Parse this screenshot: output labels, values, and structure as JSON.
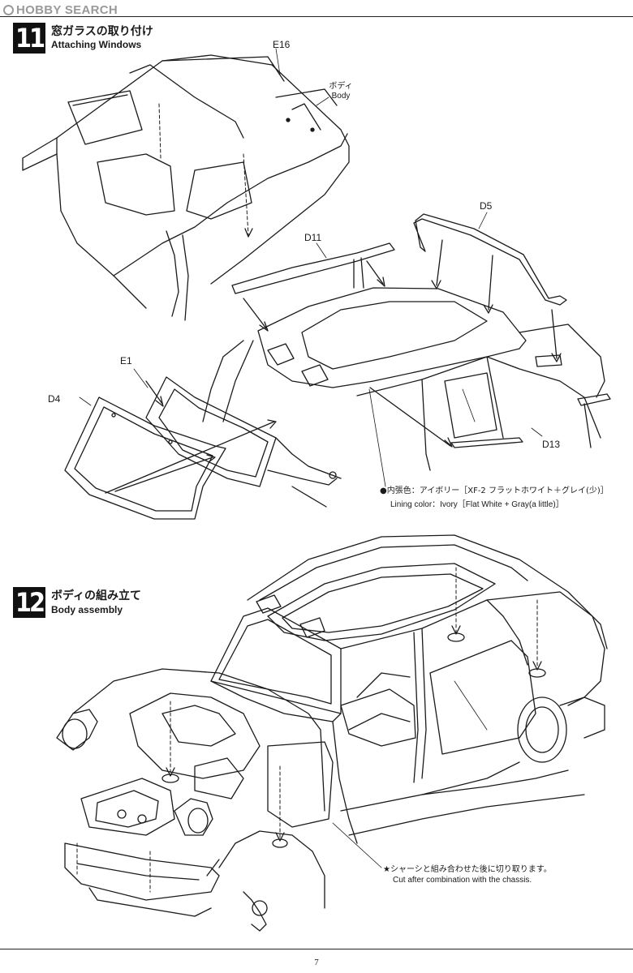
{
  "watermark": {
    "text": "HOBBY SEARCH"
  },
  "step11": {
    "number": "11",
    "title_jp": "窓ガラスの取り付け",
    "title_en": "Attaching Windows",
    "parts": {
      "e16": "E16",
      "body_jp": "ボディ",
      "body_en": "Body",
      "d11": "D11",
      "d5": "D5",
      "e1": "E1",
      "d4": "D4",
      "d13": "D13"
    },
    "lining_note_jp": "●内張色：アイボリー［XF-2 フラットホワイト＋グレイ(少)］",
    "lining_note_en": "Lining color：Ivory［Flat White + Gray(a little)］"
  },
  "step12": {
    "number": "12",
    "title_jp": "ボディの組み立て",
    "title_en": "Body assembly",
    "cut_note_jp": "★シャーシと組み合わせた後に切り取ります。",
    "cut_note_en": "Cut after combination with the chassis."
  },
  "page_number": "7"
}
